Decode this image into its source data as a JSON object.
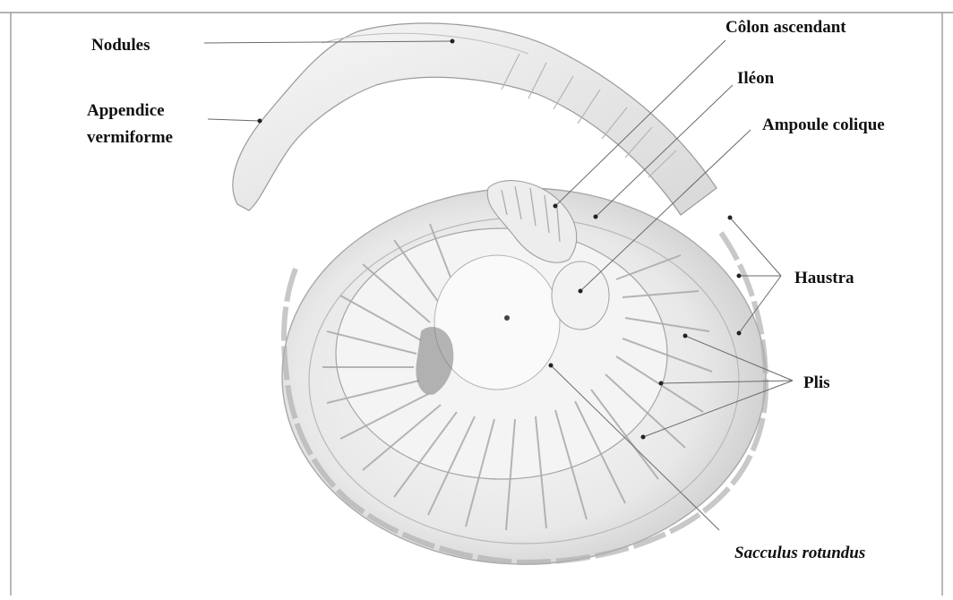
{
  "labels": {
    "nodules": "Nodules",
    "appendix_line1": "Appendice",
    "appendix_line2": "vermiforme",
    "colon_ascendant": "Côlon ascendant",
    "ileon": "Iléon",
    "ampoule_colique": "Ampoule colique",
    "haustra": "Haustra",
    "plis": "Plis",
    "sacculus_rotundus": "Sacculus rotundus"
  },
  "colors": {
    "ink": "#111111",
    "organ_fill": "#f1f1f1",
    "organ_shade": "#d2d2d2",
    "frame": "#9a9a9a"
  }
}
